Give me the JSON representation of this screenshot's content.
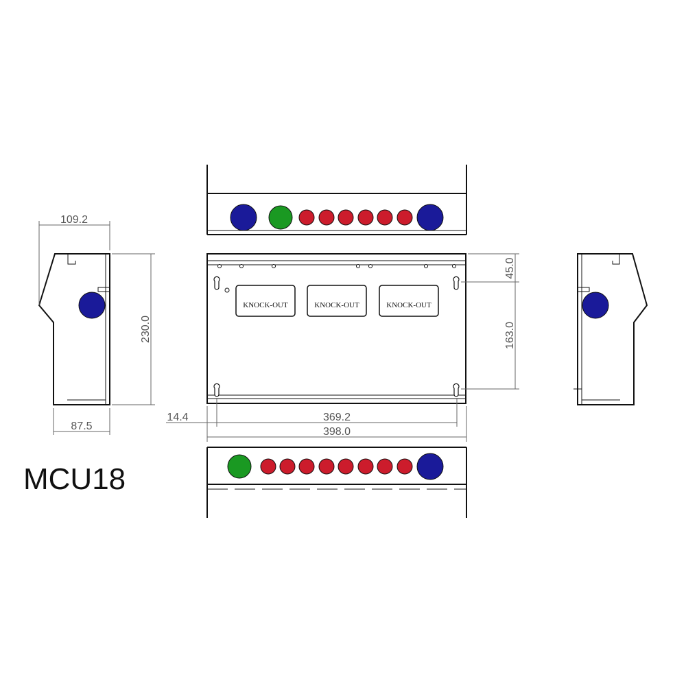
{
  "title": "MCU18",
  "dimensions": {
    "side_top_width": "109.2",
    "side_bottom_width": "87.5",
    "side_height": "230.0",
    "top_margin": "45.0",
    "hole_spacing_v": "163.0",
    "edge_offset": "14.4",
    "hole_spacing_h": "369.2",
    "total_width": "398.0"
  },
  "knockouts": [
    "KNOCK-OUT",
    "KNOCK-OUT",
    "KNOCK-OUT"
  ],
  "colors": {
    "gland_large": "#1a1a99",
    "gland_medium": "#1a9922",
    "gland_small": "#cc1c2c",
    "line": "#111111",
    "dim_line": "#666666"
  },
  "top_glands": [
    "large",
    "medium",
    "small",
    "small",
    "small",
    "small",
    "small",
    "small",
    "large"
  ],
  "bottom_glands": [
    "medium",
    "small",
    "small",
    "small",
    "small",
    "small",
    "small",
    "small",
    "small",
    "large"
  ]
}
